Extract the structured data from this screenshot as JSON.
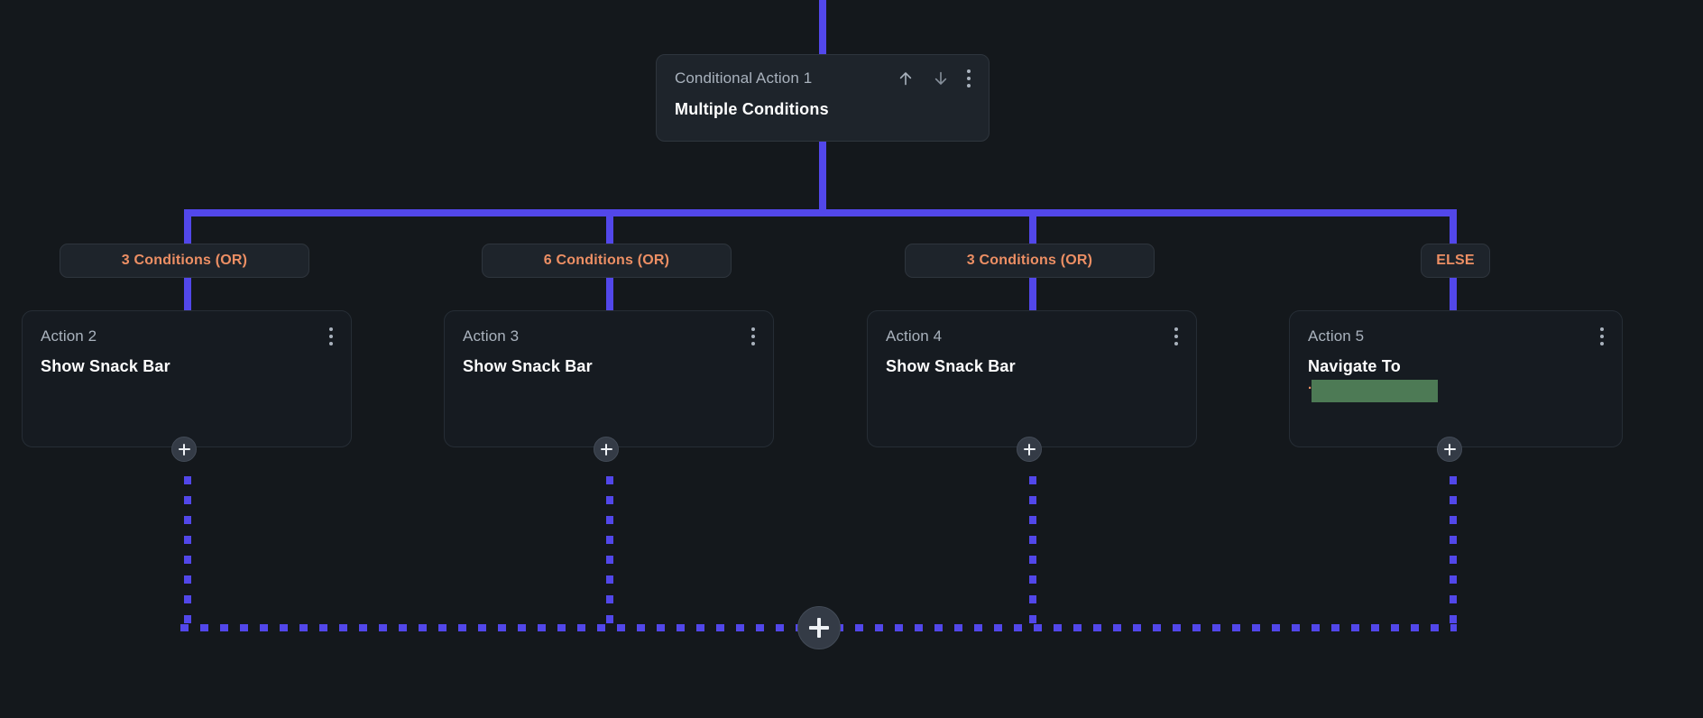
{
  "canvas": {
    "background_color": "#14181c",
    "connector_color": "#5247ea",
    "accent_color": "#ed8f64",
    "redaction_color": "#4d7a55"
  },
  "conditional_node": {
    "label": "Conditional Action 1",
    "title": "Multiple Conditions",
    "icons": {
      "move_up": "arrow-up-icon",
      "move_down": "arrow-down-icon",
      "menu": "kebab-menu-icon"
    }
  },
  "branches": [
    {
      "badge": "3 Conditions (OR)",
      "action": {
        "label": "Action 2",
        "title": "Show Snack Bar",
        "subtitle": "",
        "redacted": false
      },
      "add_button": "add-action-button"
    },
    {
      "badge": "6 Conditions (OR)",
      "action": {
        "label": "Action 3",
        "title": "Show Snack Bar",
        "subtitle": "",
        "redacted": false
      },
      "add_button": "add-action-button"
    },
    {
      "badge": "3 Conditions (OR)",
      "action": {
        "label": "Action 4",
        "title": "Show Snack Bar",
        "subtitle": "",
        "redacted": false
      },
      "add_button": "add-action-button"
    },
    {
      "badge": "ELSE",
      "action": {
        "label": "Action 5",
        "title": "Navigate To",
        "subtitle": "·",
        "redacted": true
      },
      "add_button": "add-action-button"
    }
  ],
  "merge_add_button": {
    "name": "add-action-after-conditional-button"
  }
}
